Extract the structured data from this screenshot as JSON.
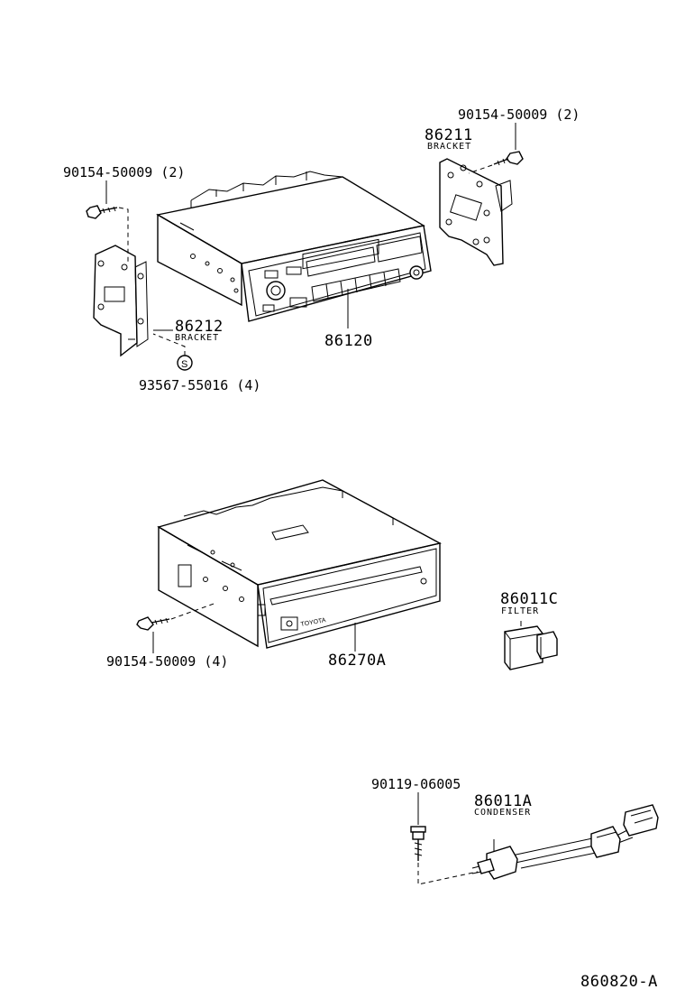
{
  "diagram": {
    "drawing_number": "860820-A",
    "parts": [
      {
        "id": "screw_top_left",
        "number": "90154-50009 (2)"
      },
      {
        "id": "screw_top_right",
        "number": "90154-50009 (2)"
      },
      {
        "id": "bracket_right",
        "number": "86211",
        "name": "BRACKET"
      },
      {
        "id": "bracket_left",
        "number": "86212",
        "name": "BRACKET"
      },
      {
        "id": "screw_s",
        "number": "93567-55016 (4)",
        "symbol": "S"
      },
      {
        "id": "radio_cassette",
        "number": "86120"
      },
      {
        "id": "cd_player",
        "number": "86270A"
      },
      {
        "id": "screw_cd",
        "number": "90154-50009 (4)"
      },
      {
        "id": "filter",
        "number": "86011C",
        "name": "FILTER"
      },
      {
        "id": "bolt",
        "number": "90119-06005"
      },
      {
        "id": "condenser",
        "number": "86011A",
        "name": "CONDENSER"
      }
    ],
    "cd_brand": "TOYOTA"
  }
}
